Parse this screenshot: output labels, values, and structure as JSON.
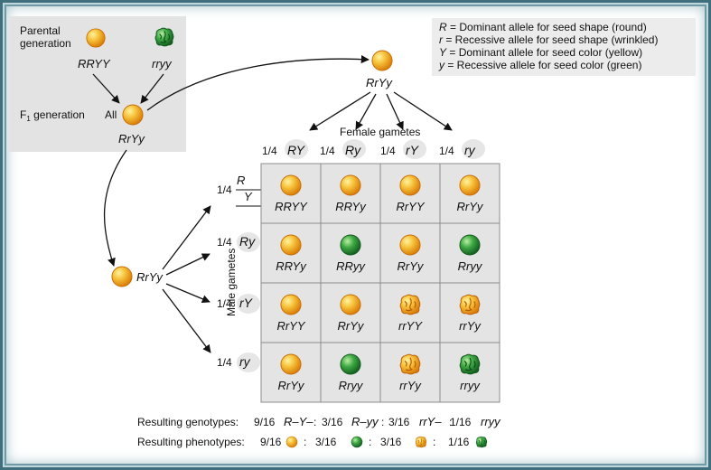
{
  "parental": {
    "title_line1": "Parental",
    "title_line2": "generation",
    "left_genotype": "RRYY",
    "right_genotype": "rryy"
  },
  "f1": {
    "label_main": "F",
    "label_sub": "1",
    "label_rest": " generation",
    "all": "All",
    "genotype": "RrYy"
  },
  "legend": [
    {
      "symbol": "R",
      "text": " = Dominant allele for seed shape (round)"
    },
    {
      "symbol": "r",
      "text": "  = Recessive allele for seed shape (wrinkled)"
    },
    {
      "symbol": "Y",
      "text": " = Dominant allele for seed color (yellow)"
    },
    {
      "symbol": "y",
      "text": "  = Recessive allele for seed color (green)"
    }
  ],
  "female": {
    "genotype": "RrYy",
    "label": "Female gametes",
    "gametes": [
      {
        "fraction": "1/4",
        "allele": "RY"
      },
      {
        "fraction": "1/4",
        "allele": "Ry"
      },
      {
        "fraction": "1/4",
        "allele": "rY"
      },
      {
        "fraction": "1/4",
        "allele": "ry"
      }
    ]
  },
  "male": {
    "genotype": "RrYy",
    "label": "Male gametes",
    "first": {
      "fraction": "1/4",
      "top": "R",
      "bottom": "Y"
    },
    "gametes": [
      {
        "fraction": "1/4",
        "allele": "Ry"
      },
      {
        "fraction": "1/4",
        "allele": "rY"
      },
      {
        "fraction": "1/4",
        "allele": "ry"
      }
    ]
  },
  "grid": [
    [
      {
        "genotype": "RRYY",
        "seed": "yellow-round"
      },
      {
        "genotype": "RRYy",
        "seed": "yellow-round"
      },
      {
        "genotype": "RrYY",
        "seed": "yellow-round"
      },
      {
        "genotype": "RrYy",
        "seed": "yellow-round"
      }
    ],
    [
      {
        "genotype": "RRYy",
        "seed": "yellow-round"
      },
      {
        "genotype": "RRyy",
        "seed": "green-round"
      },
      {
        "genotype": "RrYy",
        "seed": "yellow-round"
      },
      {
        "genotype": "Rryy",
        "seed": "green-round"
      }
    ],
    [
      {
        "genotype": "RrYY",
        "seed": "yellow-round"
      },
      {
        "genotype": "RrYy",
        "seed": "yellow-round"
      },
      {
        "genotype": "rrYY",
        "seed": "yellow-wrinkled"
      },
      {
        "genotype": "rrYy",
        "seed": "yellow-wrinkled"
      }
    ],
    [
      {
        "genotype": "RrYy",
        "seed": "yellow-round"
      },
      {
        "genotype": "Rryy",
        "seed": "green-round"
      },
      {
        "genotype": "rrYy",
        "seed": "yellow-wrinkled"
      },
      {
        "genotype": "rryy",
        "seed": "green-wrinkled"
      }
    ]
  ],
  "results": {
    "genotypes_label": "Resulting genotypes:",
    "genotypes": [
      {
        "fraction": "9/16",
        "genotype": "R–Y–",
        "sep": ":"
      },
      {
        "fraction": "3/16",
        "genotype": "R–yy",
        "sep": ":"
      },
      {
        "fraction": "3/16",
        "genotype": "rrY–",
        "sep": ":"
      },
      {
        "fraction": "1/16",
        "genotype": "rryy",
        "sep": ""
      }
    ],
    "phenotypes_label": "Resulting phenotypes:",
    "phenotypes": [
      {
        "fraction": "9/16",
        "seed": "yellow-round",
        "sep": ":"
      },
      {
        "fraction": "3/16",
        "seed": "green-round",
        "sep": ":"
      },
      {
        "fraction": "3/16",
        "seed": "yellow-wrinkled",
        "sep": ":"
      },
      {
        "fraction": "1/16",
        "seed": "green-wrinkled",
        "sep": ""
      }
    ]
  },
  "colors": {
    "yellow_seed": "#f2a51c",
    "green_seed": "#2f9a3a",
    "panel_gray": "#e3e3e3",
    "bubble_gray": "#e9e9e9",
    "frame": "#3f6f7c"
  }
}
